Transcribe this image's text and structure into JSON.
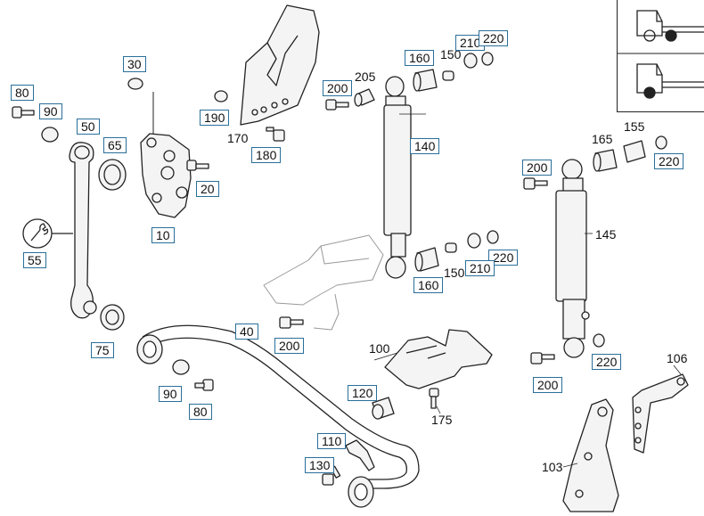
{
  "diagram": {
    "labels": [
      {
        "id": "p80a",
        "text": "80",
        "boxed": true
      },
      {
        "id": "p90a",
        "text": "90",
        "boxed": true
      },
      {
        "id": "p50",
        "text": "50",
        "boxed": true
      },
      {
        "id": "p65",
        "text": "65",
        "boxed": true
      },
      {
        "id": "p30",
        "text": "30",
        "boxed": true
      },
      {
        "id": "p20",
        "text": "20",
        "boxed": true
      },
      {
        "id": "p10",
        "text": "10",
        "boxed": true
      },
      {
        "id": "p55",
        "text": "55",
        "boxed": true
      },
      {
        "id": "p75",
        "text": "75",
        "boxed": true
      },
      {
        "id": "p40",
        "text": "40",
        "boxed": true
      },
      {
        "id": "p90b",
        "text": "90",
        "boxed": true
      },
      {
        "id": "p80b",
        "text": "80",
        "boxed": true
      },
      {
        "id": "p190",
        "text": "190",
        "boxed": true
      },
      {
        "id": "p170",
        "text": "170",
        "boxed": false
      },
      {
        "id": "p180",
        "text": "180",
        "boxed": true
      },
      {
        "id": "p200a",
        "text": "200",
        "boxed": true
      },
      {
        "id": "p205",
        "text": "205",
        "boxed": false
      },
      {
        "id": "p160a",
        "text": "160",
        "boxed": true
      },
      {
        "id": "p150a",
        "text": "150",
        "boxed": false
      },
      {
        "id": "p210a",
        "text": "210",
        "boxed": true
      },
      {
        "id": "p220a",
        "text": "220",
        "boxed": true
      },
      {
        "id": "p140",
        "text": "140",
        "boxed": true
      },
      {
        "id": "p220b",
        "text": "220",
        "boxed": true
      },
      {
        "id": "p210b",
        "text": "210",
        "boxed": true
      },
      {
        "id": "p150b",
        "text": "150",
        "boxed": false
      },
      {
        "id": "p160b",
        "text": "160",
        "boxed": true
      },
      {
        "id": "p200b",
        "text": "200",
        "boxed": true
      },
      {
        "id": "p165",
        "text": "165",
        "boxed": false
      },
      {
        "id": "p155",
        "text": "155",
        "boxed": false
      },
      {
        "id": "p220c",
        "text": "220",
        "boxed": true
      },
      {
        "id": "p200c",
        "text": "200",
        "boxed": true
      },
      {
        "id": "p145",
        "text": "145",
        "boxed": false
      },
      {
        "id": "p220d",
        "text": "220",
        "boxed": true
      },
      {
        "id": "p200d",
        "text": "200",
        "boxed": true
      },
      {
        "id": "p100",
        "text": "100",
        "boxed": false
      },
      {
        "id": "p120",
        "text": "120",
        "boxed": true
      },
      {
        "id": "p175",
        "text": "175",
        "boxed": false
      },
      {
        "id": "p110",
        "text": "110",
        "boxed": true
      },
      {
        "id": "p130",
        "text": "130",
        "boxed": true
      },
      {
        "id": "p106",
        "text": "106",
        "boxed": false
      },
      {
        "id": "p103",
        "text": "103",
        "boxed": false
      }
    ]
  },
  "vehicle_views": {
    "top": {
      "icon": "truck-cab-rear-axle-icon"
    },
    "bottom": {
      "icon": "truck-cab-front-axle-icon"
    }
  },
  "colors": {
    "label_border": "#2a6f9a",
    "line": "#222222",
    "fill": "#f4f4f4"
  }
}
